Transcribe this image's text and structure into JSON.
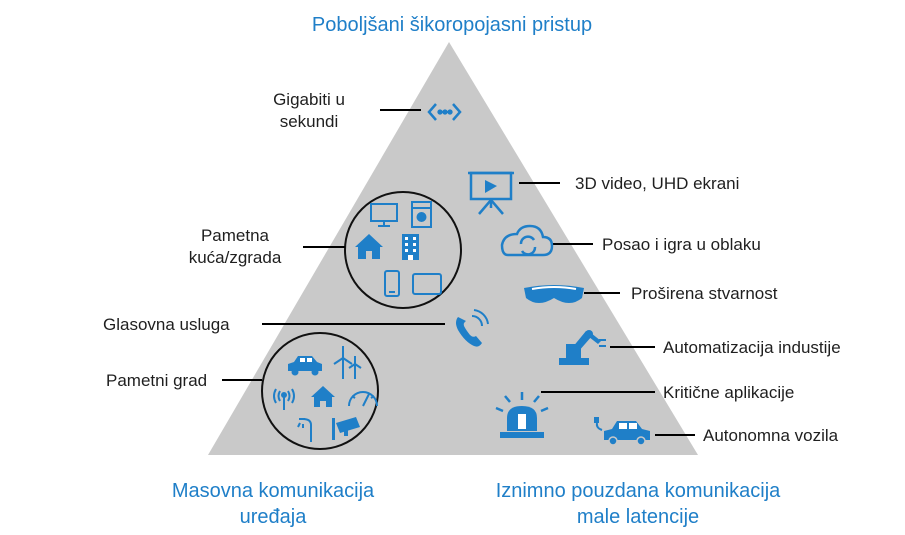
{
  "title_top": "Poboljšani šikoropojasni pristup",
  "bottom_left": {
    "line1": "Masovna komunikacija",
    "line2": "uređaja"
  },
  "bottom_right": {
    "line1": "Iznimno pouzdana komunikacija",
    "line2": "male latencije"
  },
  "left_labels": {
    "gigabit_line1": "Gigabiti u",
    "gigabit_line2": "sekundi",
    "home_line1": "Pametna",
    "home_line2": "kuća/zgrada",
    "voice": "Glasovna usluga",
    "city": "Pametni grad"
  },
  "right_labels": {
    "video": "3D video, UHD ekrani",
    "cloud": "Posao i igra u oblaku",
    "ar": "Proširena stvarnost",
    "automation": "Automatizacija industije",
    "critical": "Kritične aplikacije",
    "vehicles": "Autonomna vozila"
  },
  "colors": {
    "accent": "#1f7fc8",
    "triangle": "#c9c9c9",
    "line": "#000000"
  }
}
